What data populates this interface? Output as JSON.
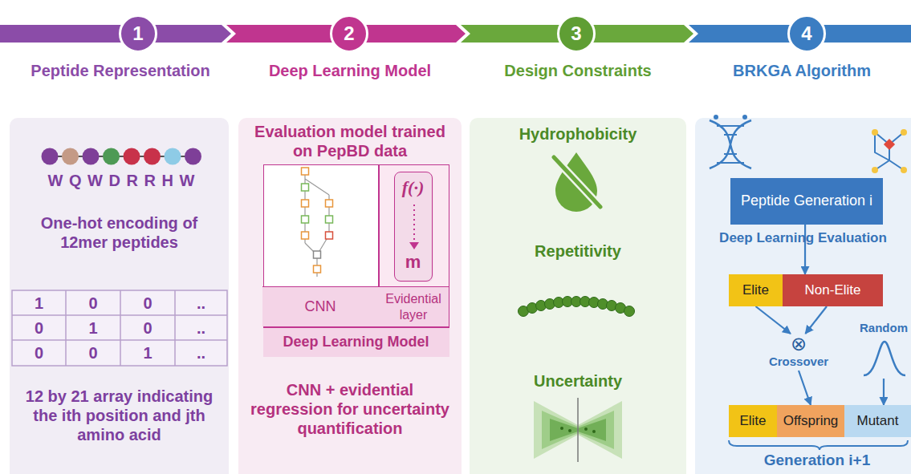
{
  "diagram": {
    "nodes": [
      {
        "text": [
          "1",
          "Peptide Representation"
        ]
      },
      {
        "text": [
          "2",
          "Deep Learning Model"
        ]
      },
      {
        "text": [
          "3",
          "Design Constraints"
        ]
      },
      {
        "text": [
          "4",
          "BRKGA Algorithm"
        ]
      },
      {
        "text": [
          "W Q W D R R H W",
          "One-hot encoding of 12mer peptides",
          "12 by 21 array indicating the ith position and jth amino acid"
        ]
      },
      {
        "text": [
          "Evaluation model trained on PepBD data",
          "CNN + evidential regression for uncertainty quantification"
        ]
      },
      {
        "text": [
          "Deep Learning Model"
        ],
        "in": 5
      },
      {
        "text": [
          "CNN"
        ],
        "in": 6
      },
      {
        "text": [
          "Evidential layer"
        ],
        "in": 6
      },
      {
        "text": [
          "f(·)",
          "m"
        ],
        "in": 8
      },
      {
        "text": [
          "Hydrophobicity",
          "Repetitivity",
          "Uncertainty"
        ]
      },
      {
        "text": [
          "Deep Learning Evaluation",
          "Generation i+1"
        ]
      },
      {
        "text": [
          "Peptide Generation i"
        ],
        "in": 11
      },
      {
        "text": [
          "Elite"
        ],
        "in": 11
      },
      {
        "text": [
          "Non-Elite"
        ],
        "in": 11
      },
      {
        "text": [
          "Random"
        ],
        "in": 11
      },
      {
        "text": [
          "⊗",
          "Crossover"
        ],
        "in": 11
      },
      {
        "text": [
          "Elite"
        ],
        "in": 11
      },
      {
        "text": [
          "Offspring"
        ],
        "in": 11
      },
      {
        "text": [
          "Mutant"
        ],
        "in": 11
      }
    ],
    "edges": [
      {
        "from": 12,
        "to": 14,
        "arrow": "to"
      },
      {
        "from": 13,
        "to": 16,
        "arrow": "to"
      },
      {
        "from": 14,
        "to": 16,
        "arrow": "to"
      },
      {
        "from": 16,
        "to": 18,
        "arrow": "to"
      },
      {
        "from": 15,
        "to": 19,
        "arrow": "to"
      }
    ],
    "labels": [
      "1",
      "0",
      "0",
      "..",
      "0",
      "1",
      "0",
      "..",
      "0",
      "0",
      "1",
      ".."
    ]
  }
}
